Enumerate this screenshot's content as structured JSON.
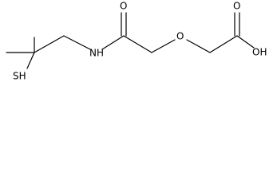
{
  "molecule": {
    "labels": {
      "thiol": "SH",
      "amide_nitrogen": "NH",
      "amide_oxygen": "O",
      "ether_oxygen": "O",
      "acid_carbonyl_oxygen": "O",
      "acid_hydroxyl": "OH"
    }
  }
}
